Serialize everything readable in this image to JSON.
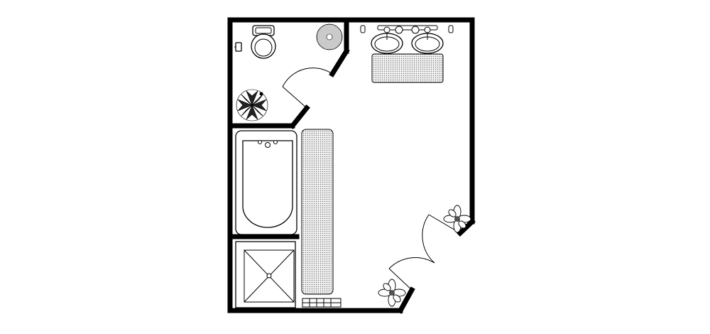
{
  "plan": {
    "rooms": [
      "toilet-room",
      "main-bathroom"
    ],
    "fixtures": [
      "toilet",
      "toilet-paper-holder",
      "round-plant-toilet-room",
      "star-plant-toilet-room",
      "double-vanity",
      "vanity-rug",
      "bathtub",
      "runner-rug",
      "shower-stall",
      "towel-radiator",
      "flower-plant-right",
      "flower-plant-bottom"
    ],
    "doors": [
      "toilet-room-door",
      "double-entry-door"
    ]
  }
}
